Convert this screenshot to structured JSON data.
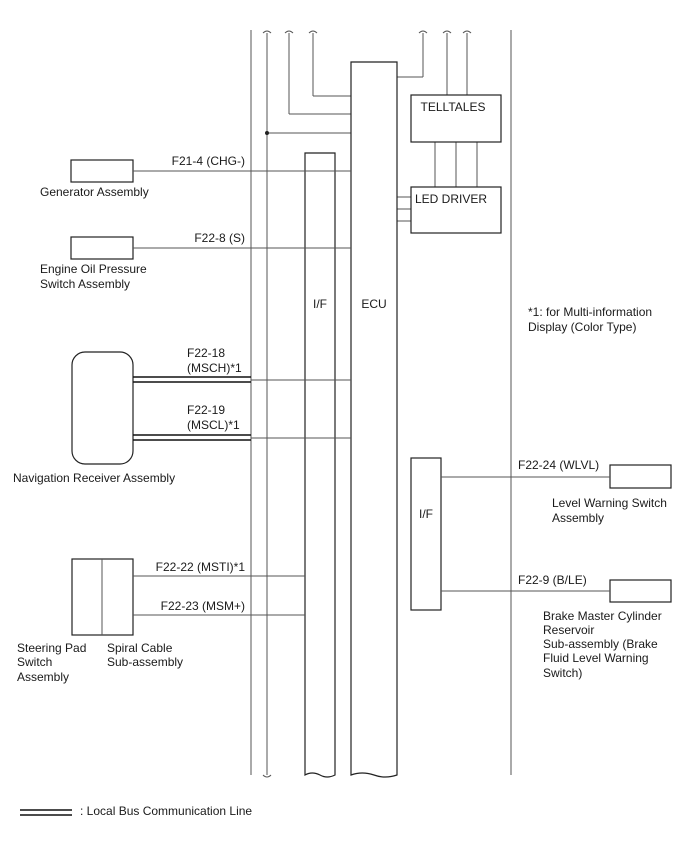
{
  "boxes": {
    "ecu": "ECU",
    "if_left": "I/F",
    "if_right": "I/F",
    "telltales": "TELLTALES",
    "led_driver": "LED DRIVER"
  },
  "components": {
    "generator": "Generator Assembly",
    "oil_pressure": [
      "Engine Oil Pressure",
      "Switch Assembly"
    ],
    "navigation": "Navigation Receiver Assembly",
    "steering_pad": [
      "Steering Pad",
      "Switch",
      "Assembly"
    ],
    "spiral_cable": [
      "Spiral Cable",
      "Sub-assembly"
    ],
    "level_warning": [
      "Level Warning Switch",
      "Assembly"
    ],
    "brake_master": [
      "Brake Master Cylinder",
      "Reservoir",
      "Sub-assembly (Brake",
      "Fluid Level Warning",
      "Switch)"
    ]
  },
  "signals": {
    "chg": "F21-4 (CHG-)",
    "s": "F22-8 (S)",
    "msch": [
      "F22-18",
      "(MSCH)*1"
    ],
    "mscl": [
      "F22-19",
      "(MSCL)*1"
    ],
    "msti": "F22-22 (MSTI)*1",
    "msm": "F22-23 (MSM+)",
    "wlvl": "F22-24 (WLVL)",
    "ble": "F22-9 (B/LE)"
  },
  "note": [
    "*1: for Multi-information",
    "Display (Color Type)"
  ],
  "legend": ": Local Bus Communication Line"
}
